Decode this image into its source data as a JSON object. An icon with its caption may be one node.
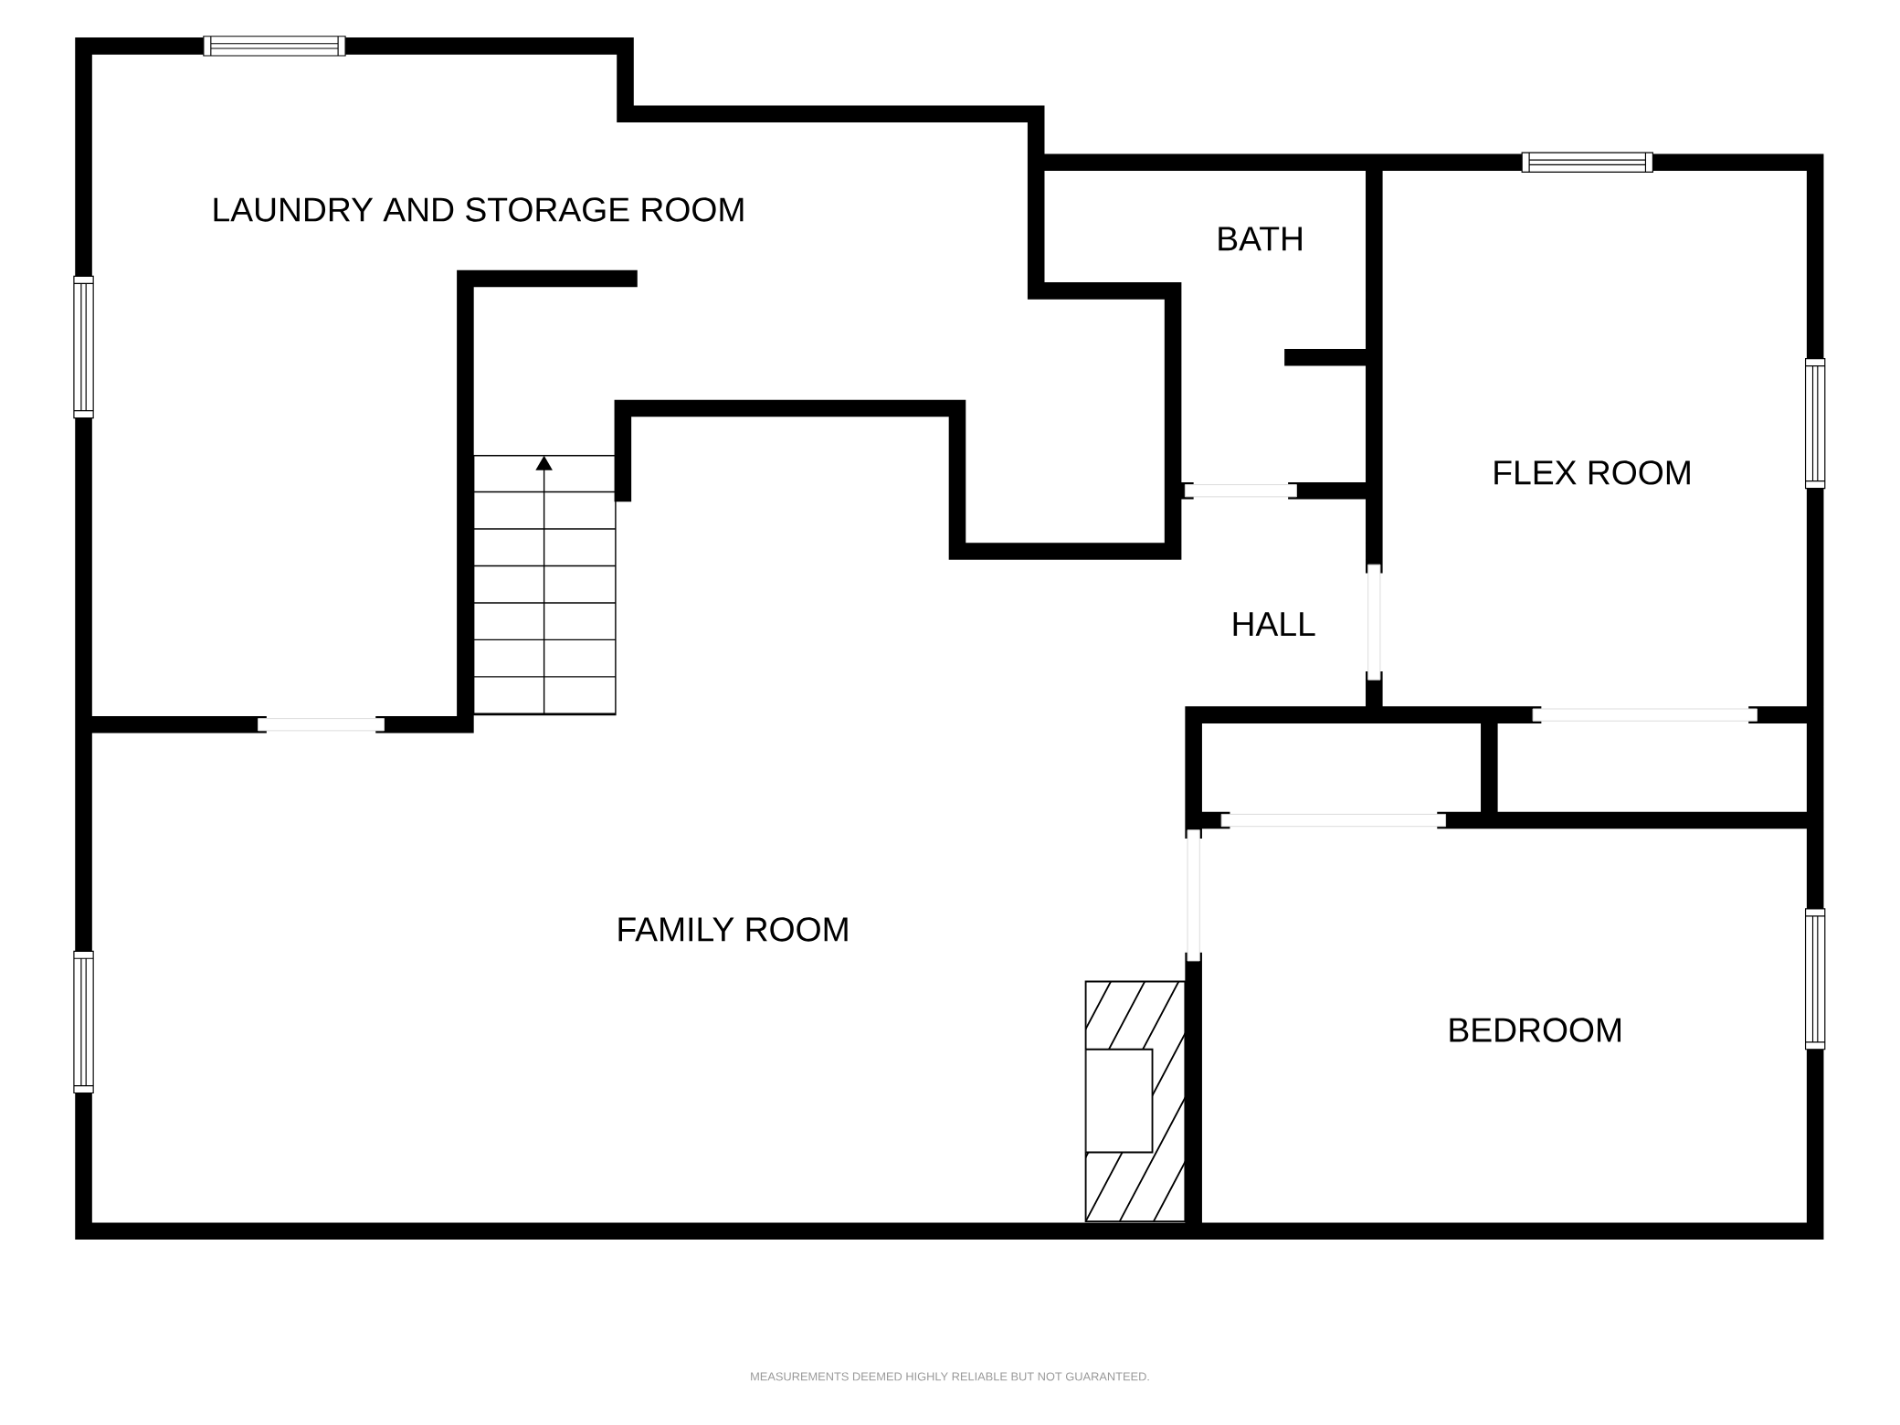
{
  "diagram": {
    "labels": [
      "LAUNDRY AND STORAGE ROOM",
      "BATH",
      "FLEX ROOM",
      "HALL",
      "FAMILY ROOM",
      "BEDROOM",
      "MEASUREMENTS DEEMED HIGHLY RELIABLE BUT NOT GUARANTEED."
    ]
  }
}
